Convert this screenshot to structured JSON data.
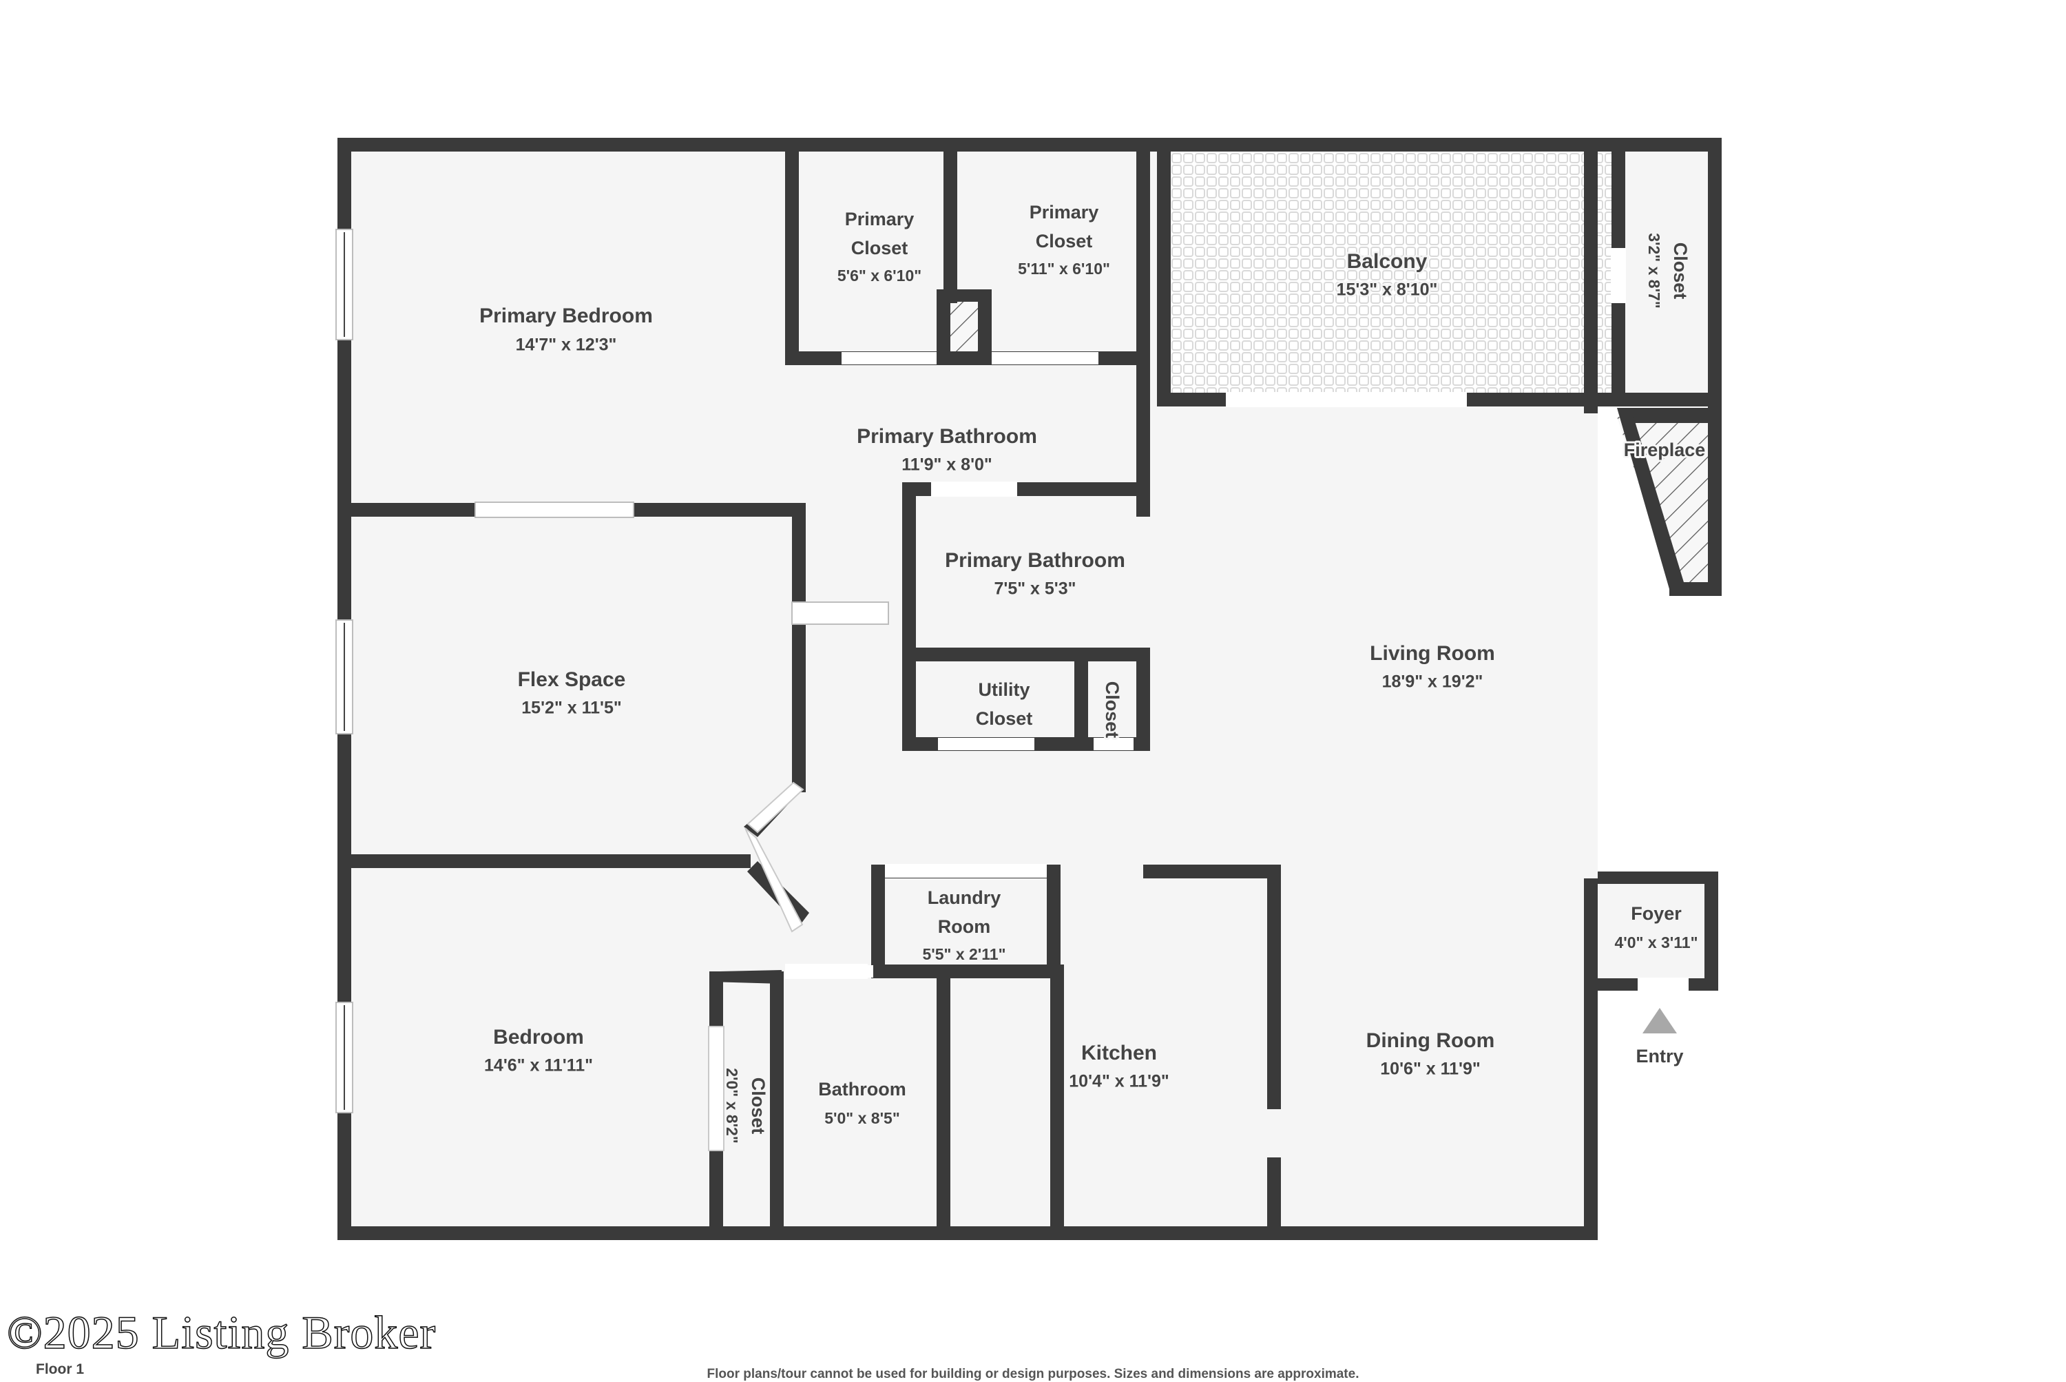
{
  "meta": {
    "floor_label": "Floor 1",
    "watermark": "©2025 Listing Broker",
    "disclaimer": "Floor plans/tour cannot be used for building or design purposes. Sizes and dimensions are approximate.",
    "wall_color": "#3a3a3a",
    "room_fill": "#f5f5f5",
    "text_color": "#444444",
    "entry_marker_color": "#a8a8a8"
  },
  "rooms": [
    {
      "key": "primary_bedroom",
      "name": "Primary Bedroom",
      "dimensions": "14'7\" x 12'3\""
    },
    {
      "key": "primary_closet_1",
      "name": "Primary Closet",
      "dimensions": "5'6\" x 6'10\""
    },
    {
      "key": "primary_closet_2",
      "name": "Primary Closet",
      "dimensions": "5'11\" x 6'10\""
    },
    {
      "key": "balcony",
      "name": "Balcony",
      "dimensions": "15'3\" x 8'10\""
    },
    {
      "key": "closet_balcony",
      "name": "Closet",
      "dimensions": "3'2\" x 8'7\""
    },
    {
      "key": "primary_bath_1",
      "name": "Primary Bathroom",
      "dimensions": "11'9\" x 8'0\""
    },
    {
      "key": "primary_bath_2",
      "name": "Primary Bathroom",
      "dimensions": "7'5\" x 5'3\""
    },
    {
      "key": "fireplace",
      "name": "Fireplace",
      "dimensions": ""
    },
    {
      "key": "living_room",
      "name": "Living Room",
      "dimensions": "18'9\" x 19'2\""
    },
    {
      "key": "flex_space",
      "name": "Flex Space",
      "dimensions": "15'2\" x 11'5\""
    },
    {
      "key": "utility_closet",
      "name": "Utility Closet",
      "dimensions": ""
    },
    {
      "key": "closet_utility",
      "name": "Closet",
      "dimensions": ""
    },
    {
      "key": "laundry_room",
      "name": "Laundry Room",
      "dimensions": "5'5\" x 2'11\""
    },
    {
      "key": "foyer",
      "name": "Foyer",
      "dimensions": "4'0\" x 3'11\""
    },
    {
      "key": "entry",
      "name": "Entry",
      "dimensions": ""
    },
    {
      "key": "bedroom",
      "name": "Bedroom",
      "dimensions": "14'6\" x 11'11\""
    },
    {
      "key": "closet_bedroom",
      "name": "Closet",
      "dimensions": "2'0\" x 8'2\""
    },
    {
      "key": "bathroom",
      "name": "Bathroom",
      "dimensions": "5'0\" x 8'5\""
    },
    {
      "key": "kitchen",
      "name": "Kitchen",
      "dimensions": "10'4\" x 11'9\""
    },
    {
      "key": "dining_room",
      "name": "Dining Room",
      "dimensions": "10'6\" x 11'9\""
    }
  ],
  "labels": {
    "primary_bedroom_name": "Primary Bedroom",
    "primary_bedroom_dim": "14'7\" x 12'3\"",
    "primary_closet_1_name_l1": "Primary",
    "primary_closet_1_name_l2": "Closet",
    "primary_closet_1_dim": "5'6\" x 6'10\"",
    "primary_closet_2_name_l1": "Primary",
    "primary_closet_2_name_l2": "Closet",
    "primary_closet_2_dim": "5'11\" x 6'10\"",
    "balcony_name": "Balcony",
    "balcony_dim": "15'3\" x 8'10\"",
    "closet_balcony_name": "Closet",
    "closet_balcony_dim": "3'2\" x 8'7\"",
    "primary_bath_1_name": "Primary Bathroom",
    "primary_bath_1_dim": "11'9\" x 8'0\"",
    "primary_bath_2_name": "Primary Bathroom",
    "primary_bath_2_dim": "7'5\" x 5'3\"",
    "fireplace_name": "Fireplace",
    "living_room_name": "Living Room",
    "living_room_dim": "18'9\" x 19'2\"",
    "flex_space_name": "Flex Space",
    "flex_space_dim": "15'2\" x 11'5\"",
    "utility_closet_l1": "Utility",
    "utility_closet_l2": "Closet",
    "closet_utility_name": "Closet",
    "laundry_room_l1": "Laundry",
    "laundry_room_l2": "Room",
    "laundry_room_dim": "5'5\" x 2'11\"",
    "foyer_name": "Foyer",
    "foyer_dim": "4'0\" x 3'11\"",
    "entry_name": "Entry",
    "bedroom_name": "Bedroom",
    "bedroom_dim": "14'6\" x 11'11\"",
    "closet_bedroom_name": "Closet",
    "closet_bedroom_dim": "2'0\" x 8'2\"",
    "bathroom_name": "Bathroom",
    "bathroom_dim": "5'0\" x 8'5\"",
    "kitchen_name": "Kitchen",
    "kitchen_dim": "10'4\" x 11'9\"",
    "dining_room_name": "Dining Room",
    "dining_room_dim": "10'6\" x 11'9\""
  }
}
